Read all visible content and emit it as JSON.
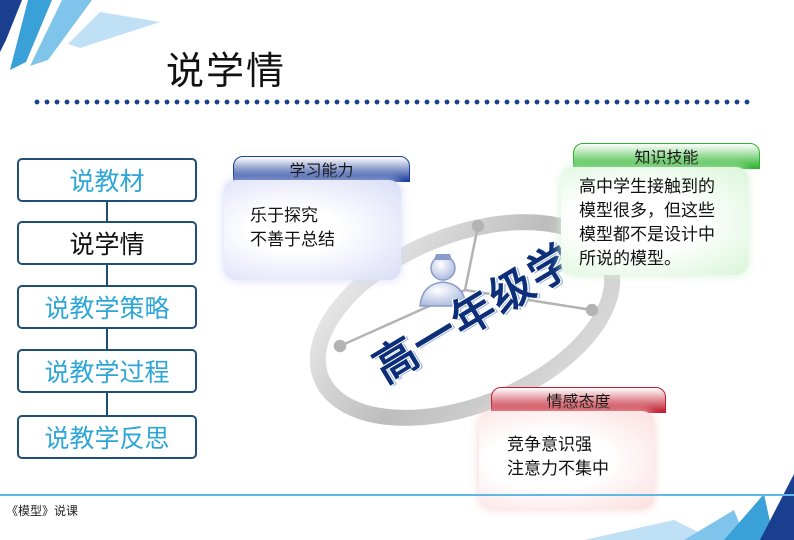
{
  "slide": {
    "title": "说学情",
    "footer": "《模型》说课"
  },
  "nav": {
    "items": [
      {
        "label": "说教材",
        "active": false
      },
      {
        "label": "说学情",
        "active": true
      },
      {
        "label": "说教学策略",
        "active": false
      },
      {
        "label": "说教学过程",
        "active": false
      },
      {
        "label": "说教学反思",
        "active": false
      }
    ]
  },
  "center": {
    "label": "高一年级学生"
  },
  "cards": {
    "ability": {
      "tab": "学习能力",
      "line1": "乐于探究",
      "line2": "不善于总结"
    },
    "knowledge": {
      "tab": "知识技能",
      "line1": "高中学生接触到的",
      "line2": "模型很多，但这些",
      "line3": "模型都不是设计中",
      "line4": "所说的模型。"
    },
    "emotion": {
      "tab": "情感态度",
      "line1": "竞争意识强",
      "line2": "注意力不集中"
    }
  },
  "colors": {
    "nav_border": "#1f4e79",
    "nav_text": "#2fa6d8",
    "title_dots": "#1b3f8f",
    "label": "#0d2f7a",
    "ability_tab": "#1a3d9c",
    "knowledge_tab": "#2db52d",
    "emotion_tab": "#c21d2e"
  }
}
